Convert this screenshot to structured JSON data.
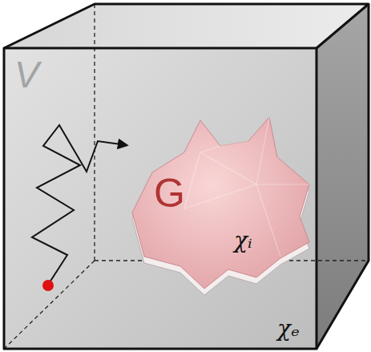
{
  "diagram": {
    "nodes": [
      {
        "text": [
          "V",
          "χₑ"
        ]
      },
      {
        "text": [
          "G",
          "χᵢ"
        ],
        "in": 0
      }
    ]
  }
}
